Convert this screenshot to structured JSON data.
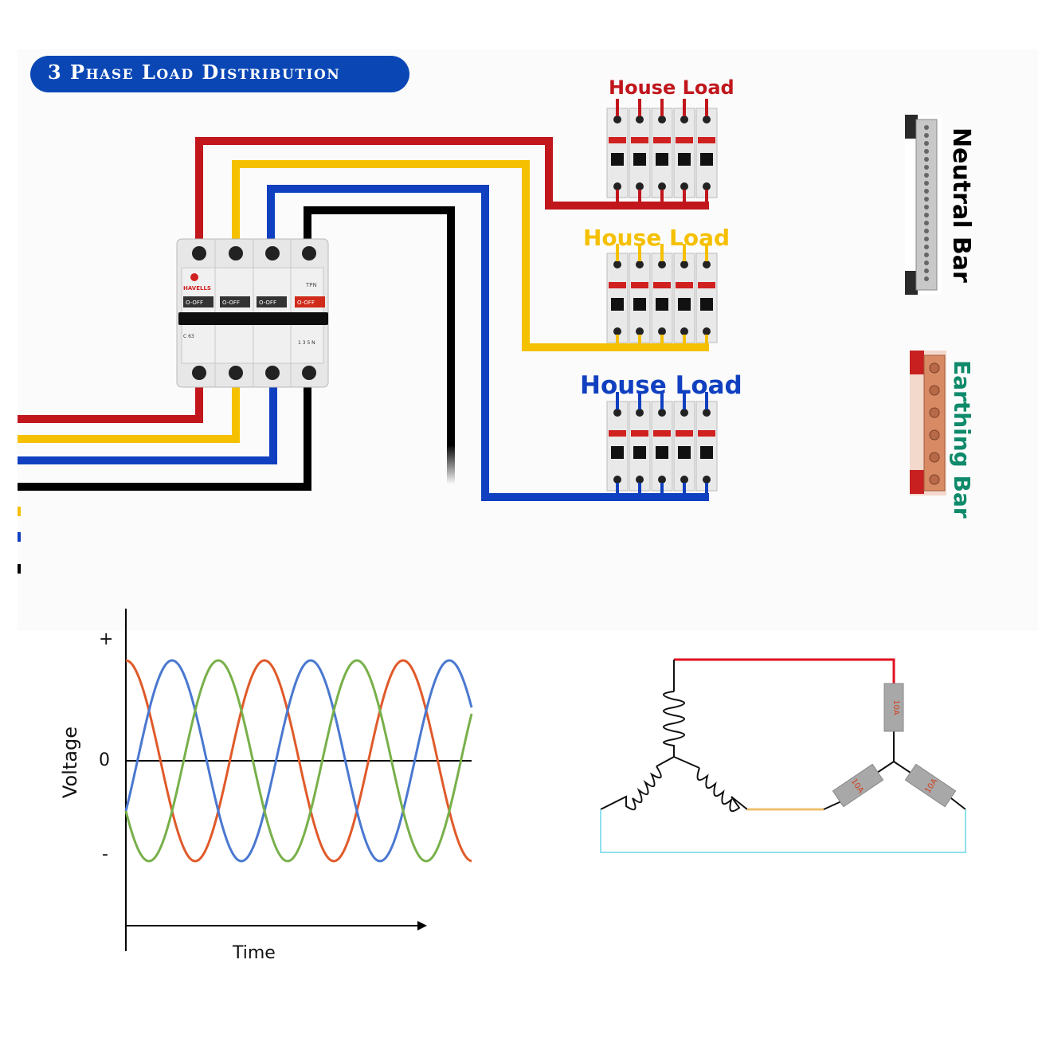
{
  "title": "3 Phase Load Distribution",
  "breaker": {
    "brand": "HAVELLS",
    "model": "TPN",
    "switch_labels": [
      "O-OFF",
      "O-OFF",
      "O-OFF",
      "O-OFF"
    ],
    "rating": "C 63"
  },
  "loads": [
    {
      "label": "House Load",
      "color": "#c0161c",
      "mcb_count": 5
    },
    {
      "label": "House Load",
      "color": "#f5c000",
      "mcb_count": 5
    },
    {
      "label": "House Load",
      "color": "#1040c0",
      "mcb_count": 5
    }
  ],
  "bars": {
    "neutral": {
      "label": "Neutral Bar",
      "color": "#000000"
    },
    "earthing": {
      "label": "Earthing Bar",
      "color": "#0f8a6a"
    }
  },
  "wire_colors": {
    "red": "#c0161c",
    "yellow": "#f5c000",
    "blue": "#1040c0",
    "black": "#000000"
  },
  "waveform": {
    "ylabel": "Voltage",
    "xlabel": "Time",
    "tick_labels": [
      "+",
      "0",
      "-"
    ],
    "phases": [
      {
        "color": "#e05a2a",
        "phase_deg": 90
      },
      {
        "color": "#4a78d0",
        "phase_deg": -30
      },
      {
        "color": "#78b04a",
        "phase_deg": 210
      }
    ]
  },
  "star_circuit": {
    "resistor_labels": [
      "10A",
      "10A",
      "10A"
    ],
    "wire_colors": {
      "top": "#e01020",
      "middle": "#f0c070",
      "bottom": "#90e0f0"
    }
  }
}
